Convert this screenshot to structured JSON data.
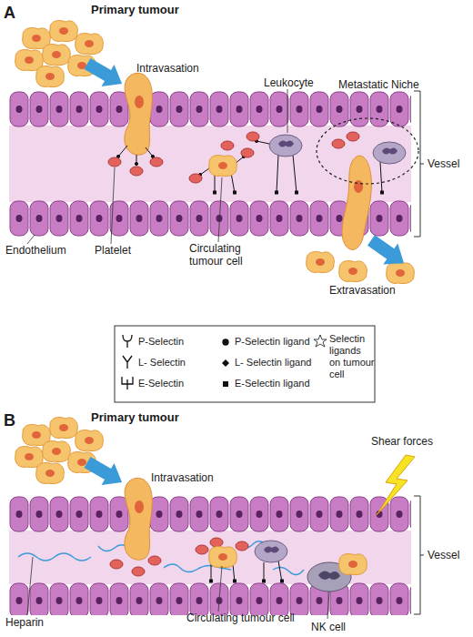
{
  "diagram": {
    "labels": [
      "A",
      "Primary tumour",
      "Intravasation",
      "Leukocyte",
      "Metastatic Niche",
      "Vessel",
      "Endothelium",
      "Platelet",
      "Circulating tumour cell",
      "Extravasation",
      "B",
      "Primary tumour",
      "Intravasation",
      "Shear forces",
      "Vessel",
      "Heparin",
      "Circulating tumour cell",
      "NK cell"
    ],
    "legend": [
      {
        "text": "P-Selectin"
      },
      {
        "text": "P-Selectin ligand"
      },
      {
        "text": "Selectin ligands on tumour cell"
      },
      {
        "text": "L- Selectin"
      },
      {
        "text": "L- Selectin ligand"
      },
      {
        "text": "E-Selectin"
      },
      {
        "text": "E-Selectin ligand"
      }
    ]
  }
}
